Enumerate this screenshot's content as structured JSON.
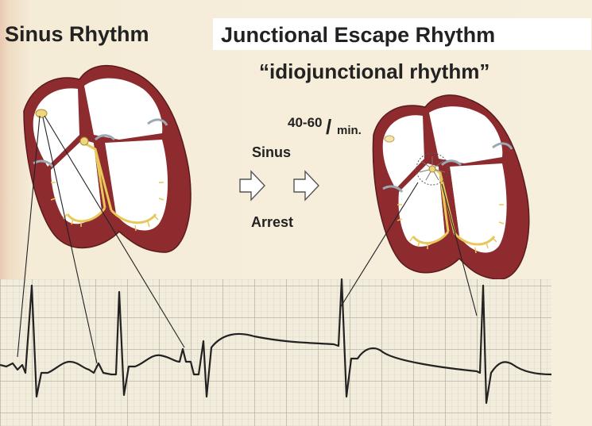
{
  "left_title": "Sinus Rhythm",
  "right_title": "Junctional Escape Rhythm",
  "right_subtitle": "“idiojunctional rhythm”",
  "rate": {
    "value": "40-60",
    "slash": "/",
    "unit": "min."
  },
  "transition": {
    "top_label": "Sinus",
    "bottom_label": "Arrest"
  },
  "colors": {
    "myocardium": "#8e2b2e",
    "conduction": "#e8c85a",
    "chamber": "#ffffff",
    "paper": "#f2ecdc",
    "grid": "#b9b3a6",
    "trace": "#222222"
  }
}
